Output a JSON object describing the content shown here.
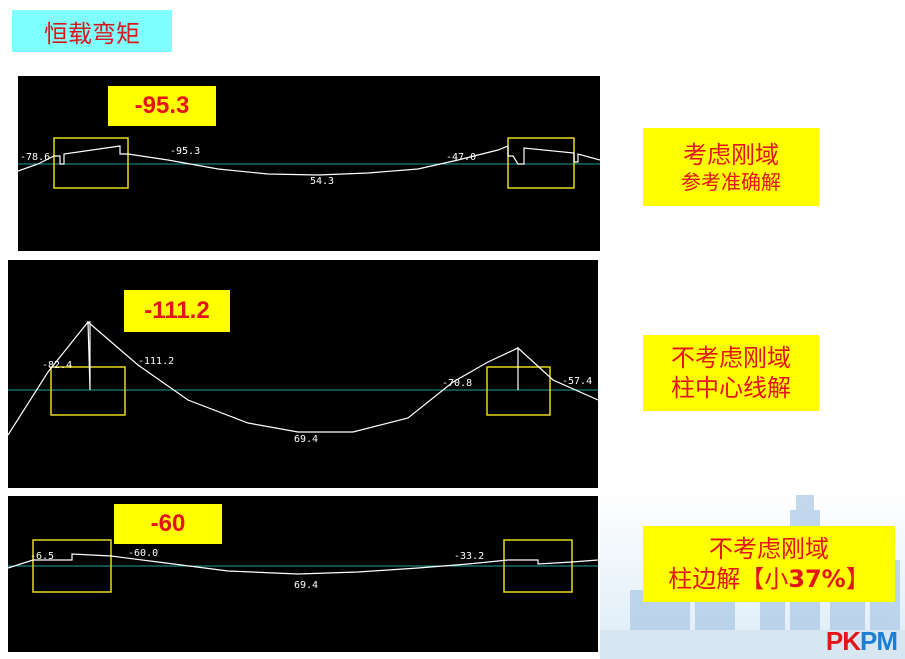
{
  "title": "恒载弯矩",
  "panels": [
    {
      "value": "-95.3",
      "labels": [
        "-78.6",
        "-95.3",
        "54.3",
        "-47.0"
      ],
      "note": {
        "line1": "考虑刚域",
        "line2": "参考准确解"
      }
    },
    {
      "value": "-111.2",
      "labels": [
        "-82.4",
        "-111.2",
        "69.4",
        "-70.8",
        "-57.4"
      ],
      "note": {
        "line1": "不考虑刚域",
        "line2": "柱中心线解"
      }
    },
    {
      "value": "-60",
      "labels": [
        "-6.5",
        "-60.0",
        "69.4",
        "-33.2"
      ],
      "note": {
        "line1": "不考虑刚域",
        "line2a": "柱边解【小",
        "line2b": "37%",
        "line2c": "】"
      }
    }
  ],
  "logo": {
    "part1": "PK",
    "part2": "P",
    "part3": "M"
  },
  "colors": {
    "accent_red": "#e3141a",
    "highlight_yellow": "#ffff00",
    "title_cyan": "#7fffff",
    "axis_cyan": "#20a0a0",
    "column_yellow": "#e8d820"
  }
}
